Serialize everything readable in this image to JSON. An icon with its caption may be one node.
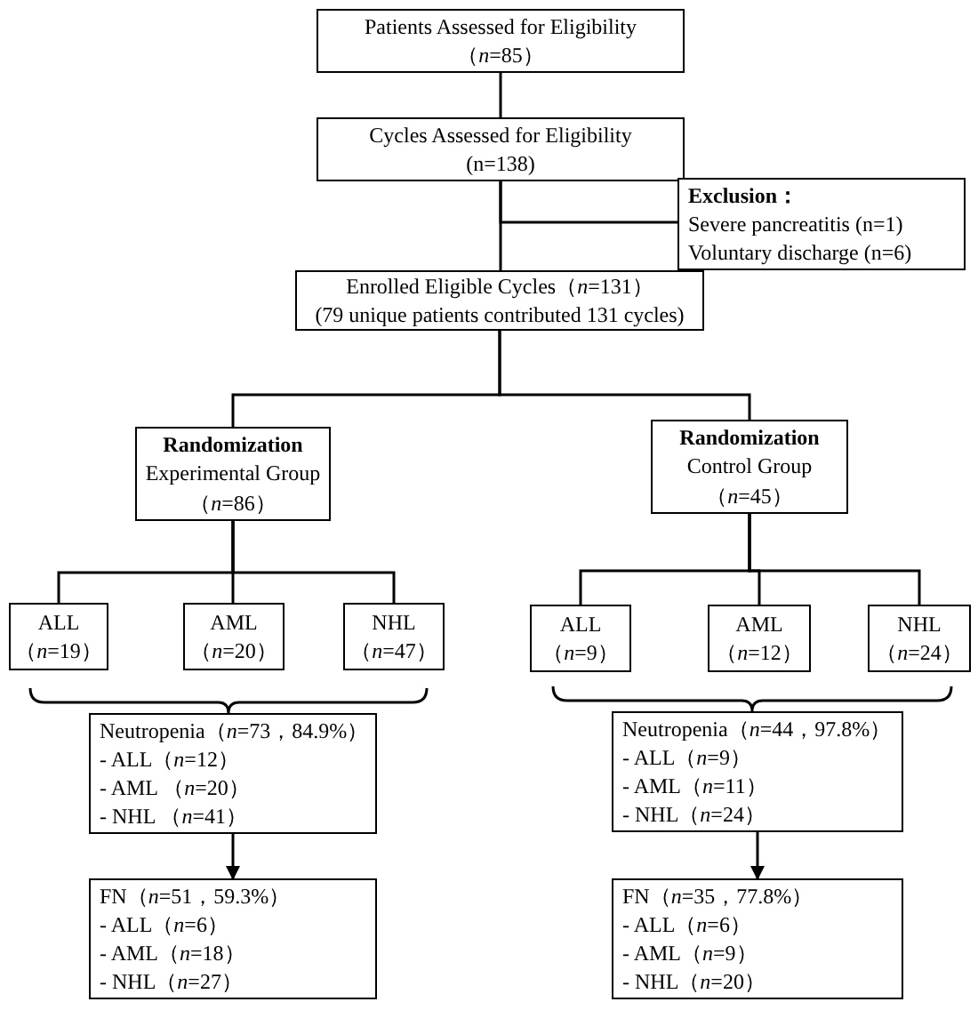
{
  "diagram": {
    "nodes": [
      {
        "text": [
          "Patients Assessed for Eligibility",
          "（*n*=85）"
        ]
      },
      {
        "text": [
          "Cycles Assessed for Eligibility",
          "(n=138)"
        ]
      },
      {
        "text": [
          "Exclusion：",
          "Severe pancreatitis (n=1)",
          "Voluntary discharge (n=6)"
        ]
      },
      {
        "text": [
          "Enrolled Eligible Cycles（*n*=131）",
          "(79 unique patients contributed 131 cycles)"
        ]
      },
      {
        "text": [
          "Randomization",
          "Experimental Group",
          "（*n*=86）"
        ]
      },
      {
        "text": [
          "Randomization",
          "Control Group",
          "（*n*=45）"
        ]
      },
      {
        "text": [
          "ALL",
          "（*n*=19）"
        ]
      },
      {
        "text": [
          "AML",
          "（*n*=20）"
        ]
      },
      {
        "text": [
          "NHL",
          "（*n*=47）"
        ]
      },
      {
        "text": [
          "ALL",
          "（*n*=9）"
        ]
      },
      {
        "text": [
          "AML",
          "（*n*=12）"
        ]
      },
      {
        "text": [
          "NHL",
          "（*n*=24）"
        ]
      },
      {
        "text": [
          "Neutropenia（*n*=73，84.9%）",
          "- ALL（*n*=12）",
          "- AML （*n*=20）",
          "- NHL （*n*=41）"
        ]
      },
      {
        "text": [
          "FN（*n*=51，59.3%）",
          "- ALL（*n*=6）",
          "- AML（*n*=18）",
          "- NHL（*n*=27）"
        ]
      },
      {
        "text": [
          "Neutropenia（*n*=44，97.8%）",
          "- ALL（*n*=9）",
          "- AML（*n*=11）",
          "- NHL（*n*=24）"
        ]
      },
      {
        "text": [
          "FN（*n*=35，77.8%）",
          "- ALL（*n*=6）",
          "- AML（*n*=9）",
          "- NHL（*n*=20）"
        ]
      }
    ],
    "edges": [
      {
        "from": 0,
        "to": 1,
        "arrow": "none"
      },
      {
        "from": 1,
        "to": 3,
        "arrow": "none"
      },
      {
        "from": 1,
        "to": 2,
        "arrow": "none"
      },
      {
        "from": 3,
        "to": 4,
        "arrow": "none"
      },
      {
        "from": 3,
        "to": 5,
        "arrow": "none"
      },
      {
        "from": 4,
        "to": 6,
        "arrow": "none"
      },
      {
        "from": 4,
        "to": 7,
        "arrow": "none"
      },
      {
        "from": 4,
        "to": 8,
        "arrow": "none"
      },
      {
        "from": 5,
        "to": 9,
        "arrow": "none"
      },
      {
        "from": 5,
        "to": 10,
        "arrow": "none"
      },
      {
        "from": 5,
        "to": 11,
        "arrow": "none"
      },
      {
        "from": 12,
        "to": 13,
        "arrow": "to"
      },
      {
        "from": 14,
        "to": 15,
        "arrow": "to"
      }
    ]
  }
}
